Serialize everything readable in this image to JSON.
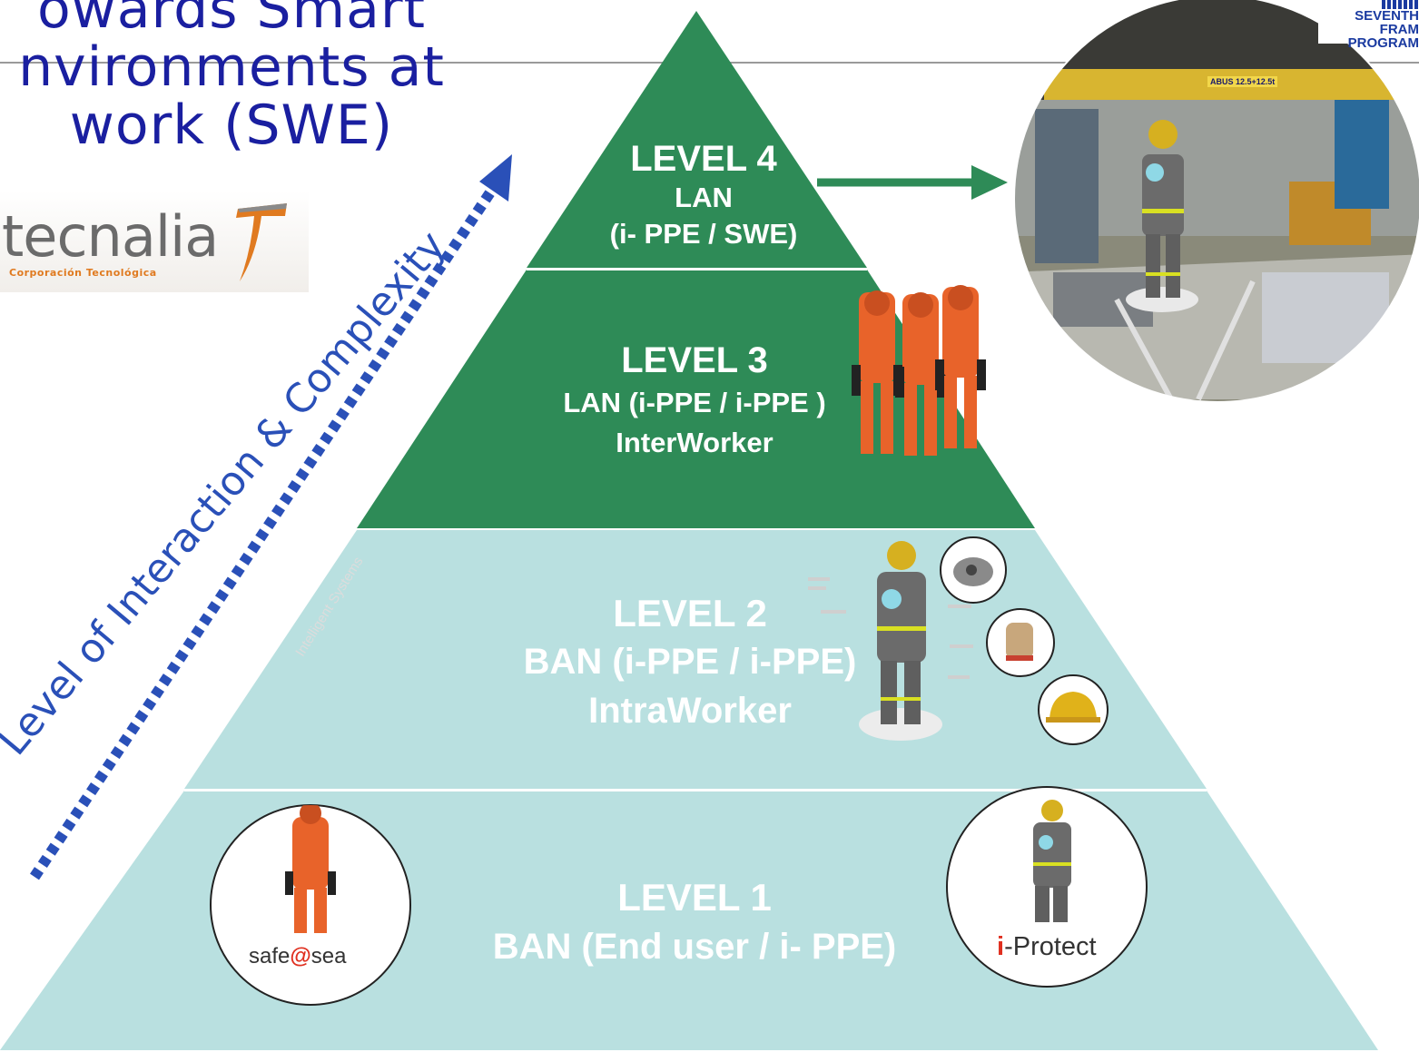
{
  "title": {
    "lines": [
      "owards Smart",
      "nvironments at",
      "work (SWE)"
    ]
  },
  "logo": {
    "word": "tecnalia",
    "subtitle": "Corporación Tecnológica"
  },
  "axis": {
    "label": "Level of Interaction & Complexity",
    "ghost_text": "Intelligent Systems"
  },
  "program": {
    "line1": "SEVENTH FRAM",
    "line2": "PROGRAM"
  },
  "scene": {
    "crane_label": "ABUS 12.5+12.5t"
  },
  "levels": [
    {
      "id": 4,
      "title": "LEVEL 4",
      "line1": "LAN",
      "line2": "(i- PPE / SWE)"
    },
    {
      "id": 3,
      "title": "LEVEL 3",
      "line1": "LAN (i-PPE / i-PPE )",
      "line2": "InterWorker"
    },
    {
      "id": 2,
      "title": "LEVEL 2",
      "line1": "BAN (i-PPE / i-PPE)",
      "line2": "IntraWorker"
    },
    {
      "id": 1,
      "title": "LEVEL 1",
      "line1": "BAN (End user / i- PPE)"
    }
  ],
  "badges": {
    "safe_left": "safe",
    "safe_at": "@",
    "safe_right": "sea",
    "protect_i": "i",
    "protect_text": "-Protect"
  },
  "colors": {
    "upper_levels": "#2e8b57",
    "lower_levels": "#b9e0e0",
    "title": "#1a1fa0",
    "axis": "#2a50b8",
    "arrow": "#2e8b57",
    "suit_orange": "#e8632a",
    "gear_grey": "#6b6b6b",
    "helmet_yellow": "#f0c419"
  }
}
